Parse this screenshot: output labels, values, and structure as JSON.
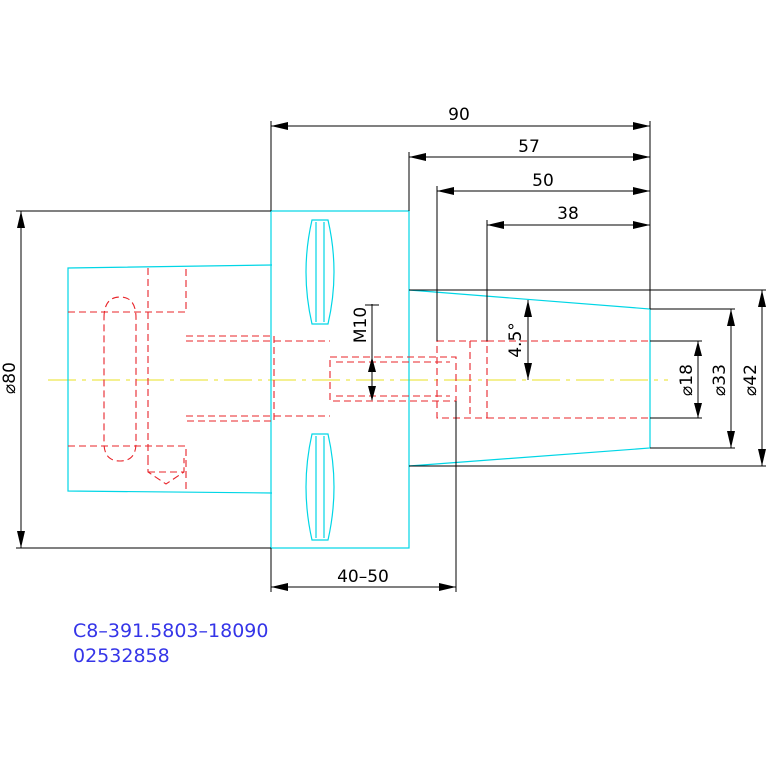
{
  "drawing": {
    "dimensions": {
      "total_length": "90",
      "length_57": "57",
      "length_50": "50",
      "length_38": "38",
      "range_40_50": "40–50",
      "thread": "M10",
      "angle": "4.5°",
      "diameter_80": "⌀80",
      "diameter_18": "⌀18",
      "diameter_33": "⌀33",
      "diameter_42": "⌀42"
    },
    "part_number": "C8–391.5803–18090",
    "order_number": "02532858"
  },
  "colors": {
    "outline": "#00d6e6",
    "hidden_lines": "#e8242a",
    "center_line": "#e8e020",
    "dimension_lines": "#000000",
    "caption": "#3535e8"
  }
}
